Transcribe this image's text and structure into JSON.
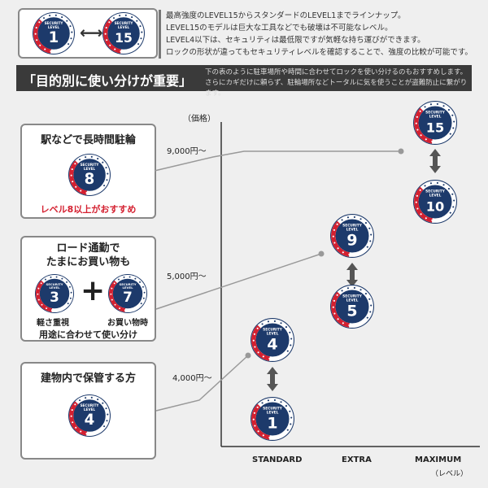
{
  "top_badges": {
    "low": "1",
    "high": "15"
  },
  "intro": [
    "最高強度のLEVEL15からスタンダードのLEVEL1までラインナップ。",
    "LEVEL15のモデルは巨大な工具などでも破壊は不可能なレベル。",
    "LEVEL4以下は、セキュリティは最低限ですが気軽な持ち運びができます。",
    "ロックの形状が違ってもセキュリティレベルを確認することで、強度の比較が可能です。"
  ],
  "banner": {
    "title": "「目的別に使い分けが重要」",
    "desc": [
      "下の表のように駐車場所や時間に合わせてロックを使い分けるのもおすすめします。",
      "さらにカギだけに頼らず、駐輪場所などトータルに気を使うことが盗難防止に繋がります。"
    ]
  },
  "badge_text": {
    "line1": "SECURITY",
    "line2": "LEVEL"
  },
  "cases": [
    {
      "title": "駅などで長時間駐輪",
      "badge": "8",
      "note": "レベル8以上がおすすめ"
    },
    {
      "title_lines": [
        "ロード通勤で",
        "たまにお買い物も"
      ],
      "badges": [
        "3",
        "7"
      ],
      "captions": [
        "軽さ重視",
        "お買い物時"
      ],
      "note": "用途に合わせて使い分け"
    },
    {
      "title": "建物内で保管する方",
      "badge": "4"
    }
  ],
  "chart": {
    "y_label": "（価格）",
    "prices": [
      "9,000円〜",
      "5,000円〜",
      "4,000円〜"
    ],
    "categories": [
      "STANDARD",
      "EXTRA",
      "MAXIMUM"
    ],
    "x_unit": "（レベル）",
    "levels": {
      "standard": [
        "4",
        "1"
      ],
      "extra": [
        "9",
        "5"
      ],
      "maximum": [
        "15",
        "10"
      ]
    }
  },
  "colors": {
    "navy": "#1d3a6b",
    "red": "#d42030",
    "dark": "#3a3a3a"
  }
}
